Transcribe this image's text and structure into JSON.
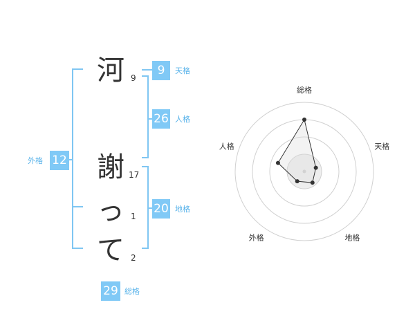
{
  "name_chars": [
    {
      "char": "河",
      "strokes": "9"
    },
    {
      "char": "謝",
      "strokes": "17"
    },
    {
      "char": "っ",
      "strokes": "1"
    },
    {
      "char": "て",
      "strokes": "2"
    }
  ],
  "fortunes": {
    "tenkaku": {
      "label": "天格",
      "value": "9"
    },
    "jinkaku": {
      "label": "人格",
      "value": "26"
    },
    "chikaku": {
      "label": "地格",
      "value": "20"
    },
    "gaikaku": {
      "label": "外格",
      "value": "12"
    },
    "soukaku": {
      "label": "総格",
      "value": "29"
    }
  },
  "radar": {
    "labels": [
      "総格",
      "天格",
      "地格",
      "外格",
      "人格"
    ],
    "levels": 4,
    "values": [
      3.0,
      0.7,
      0.8,
      0.7,
      1.6
    ],
    "accent": "#80c9f6",
    "line_color": "#333333"
  }
}
